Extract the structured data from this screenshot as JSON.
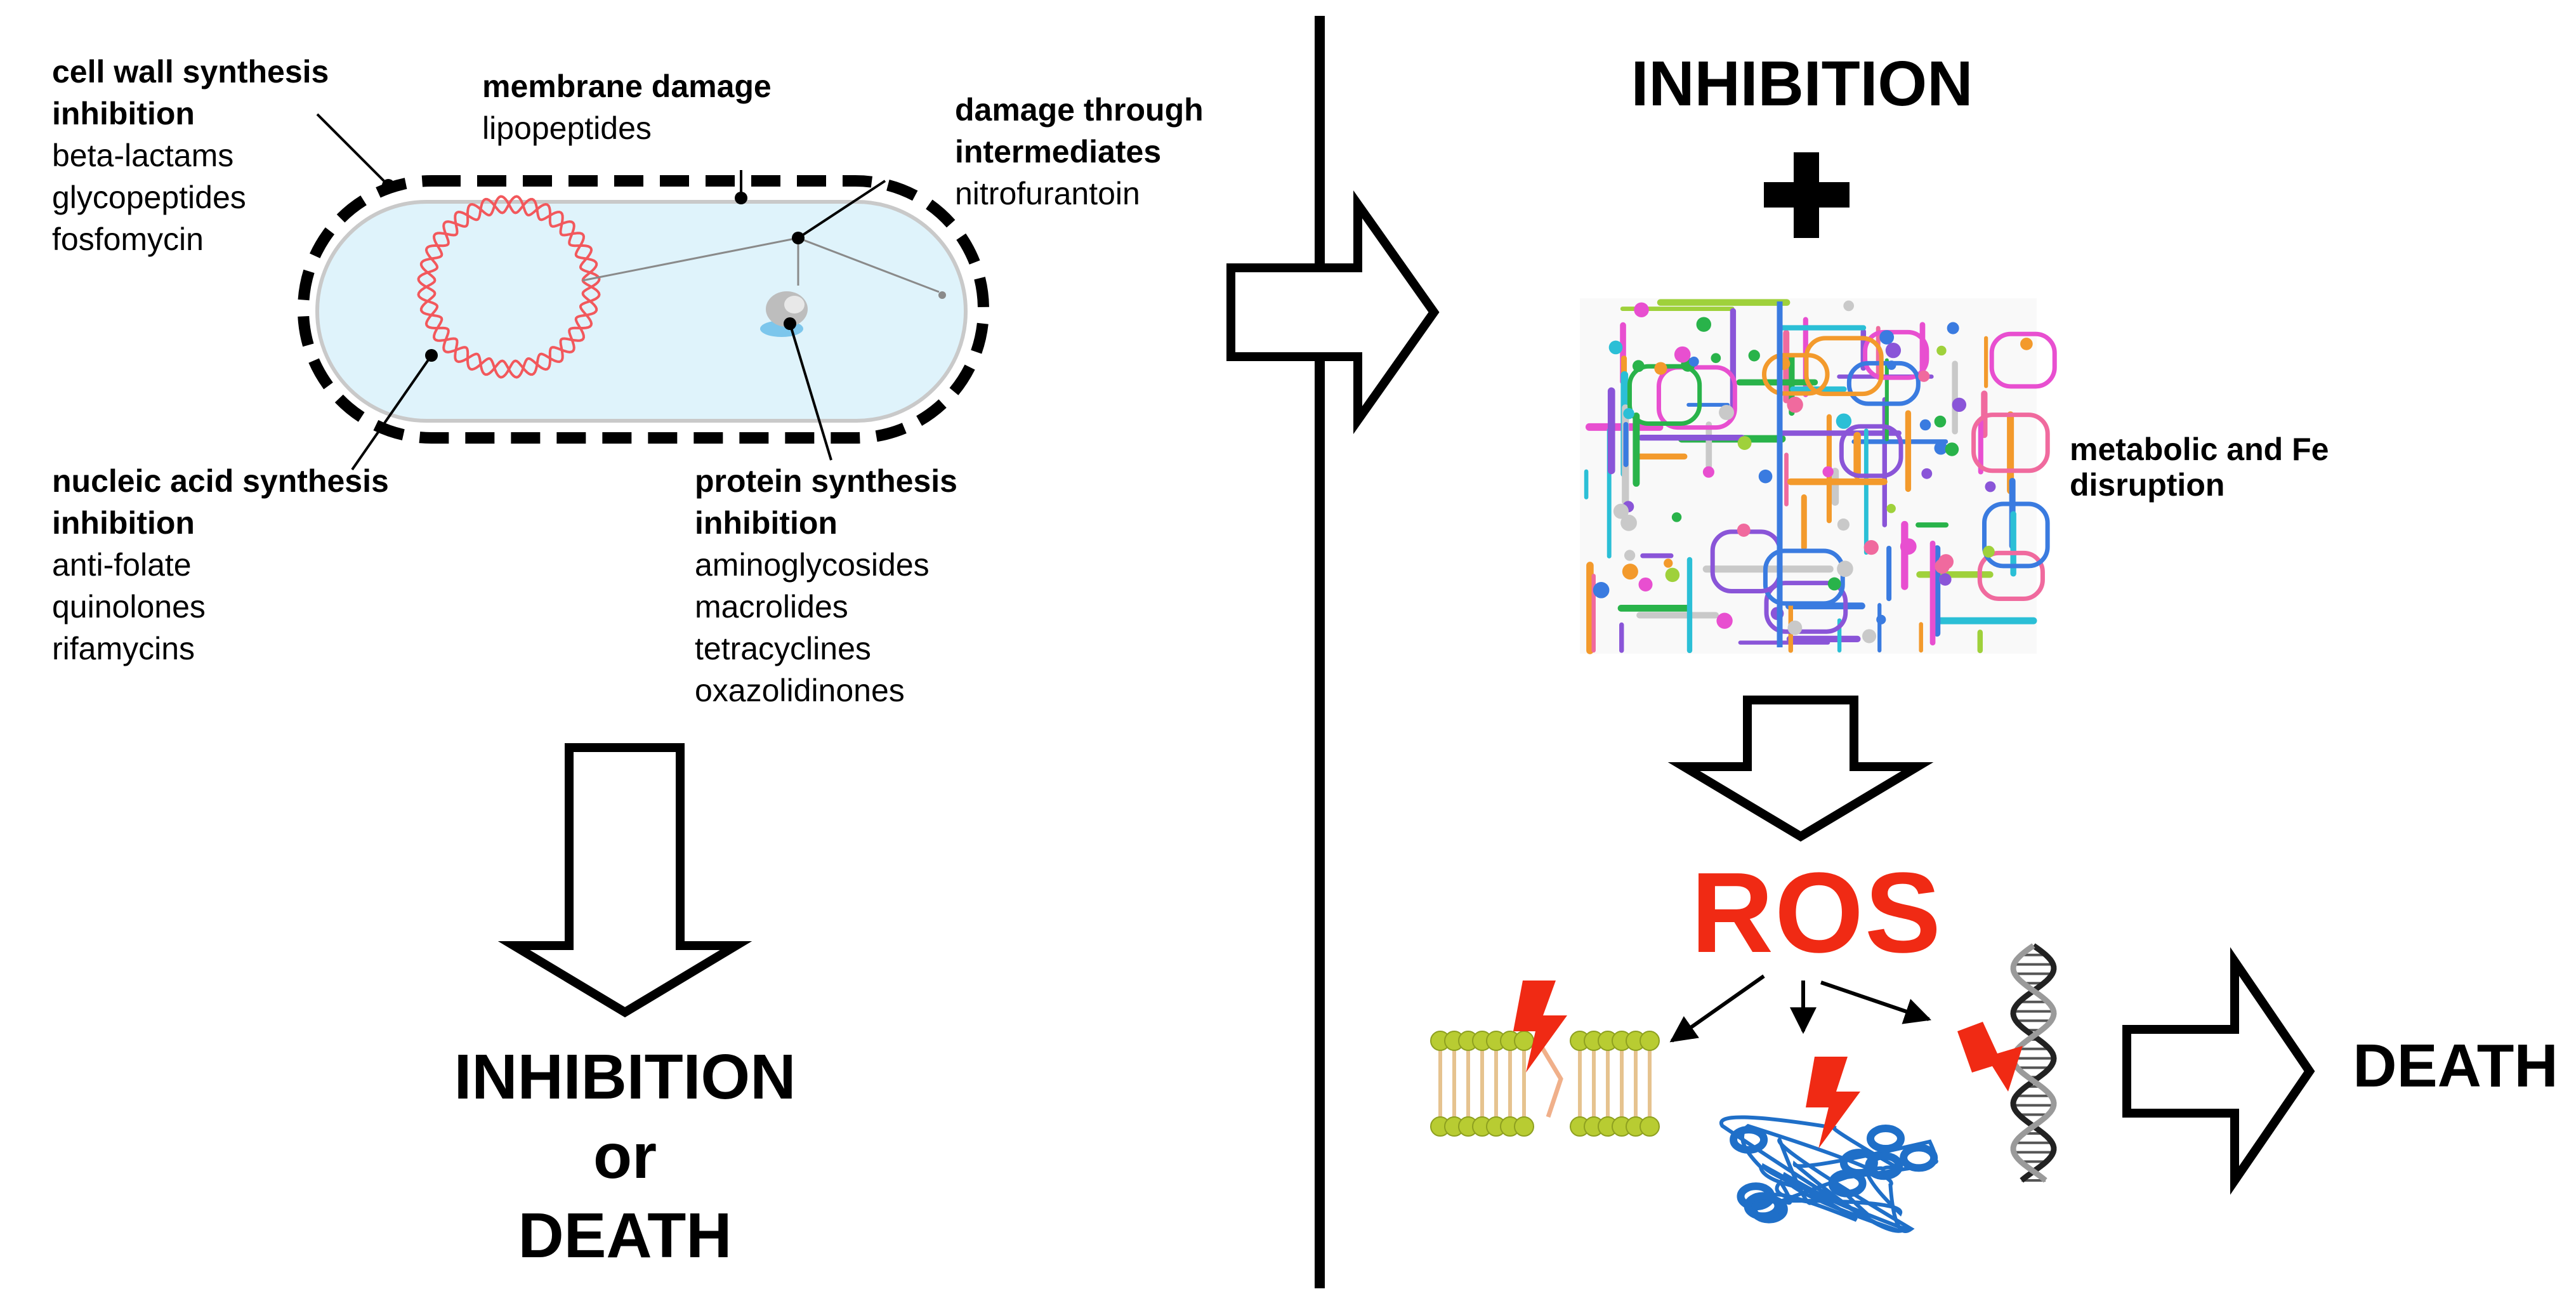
{
  "left": {
    "cell_wall": {
      "heading": [
        "cell wall synthesis",
        "inhibition"
      ],
      "drugs": [
        "beta-lactams",
        "glycopeptides",
        "fosfomycin"
      ]
    },
    "membrane": {
      "heading": [
        "membrane damage"
      ],
      "drugs": [
        "lipopeptides"
      ]
    },
    "intermediates": {
      "heading": [
        "damage through",
        "intermediates"
      ],
      "drugs": [
        "nitrofurantoin"
      ]
    },
    "nucleic_acid": {
      "heading": [
        "nucleic acid synthesis",
        "inhibition"
      ],
      "drugs": [
        "anti-folate",
        "quinolones",
        "rifamycins"
      ]
    },
    "protein": {
      "heading": [
        "protein synthesis",
        "inhibition"
      ],
      "drugs": [
        "aminoglycosides",
        "macrolides",
        "tetracyclines",
        "oxazolidinones"
      ]
    },
    "outcome": [
      "INHIBITION",
      "or",
      "DEATH"
    ]
  },
  "right": {
    "top": "INHIBITION",
    "plus": "+",
    "metabolic": [
      "metabolic and Fe",
      "disruption"
    ],
    "ros": "ROS",
    "death": "DEATH"
  },
  "colors": {
    "cell_fill": "#dff3fb",
    "dna": "#f2585c",
    "ros": "#f02a14",
    "lightning": "#f02a14",
    "lipid_head": "#b8cc32",
    "protein": "#1f6fc8"
  },
  "icons": [
    "bacterium-cell",
    "dna-plasmid",
    "ribosome",
    "metabolic-map",
    "lipid-bilayer",
    "protein-structure",
    "dna-double-helix",
    "lightning-bolt",
    "hollow-arrow"
  ]
}
